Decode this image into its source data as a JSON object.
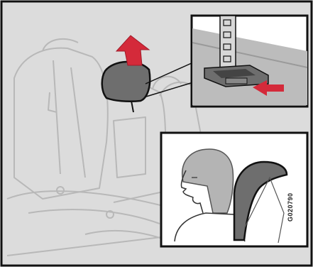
{
  "figure": {
    "code": "G020790",
    "colors": {
      "background": "#dcdcdc",
      "seat_line": "#b8b8b8",
      "headrest": "#6e6e6e",
      "arrow": "#d42a3a",
      "outline": "#111111"
    },
    "icons": [
      "rear-seat-illustration",
      "headrest-icon",
      "arrow-up-icon",
      "release-button-detail",
      "arrow-left-icon",
      "passenger-profile-illustration"
    ]
  }
}
